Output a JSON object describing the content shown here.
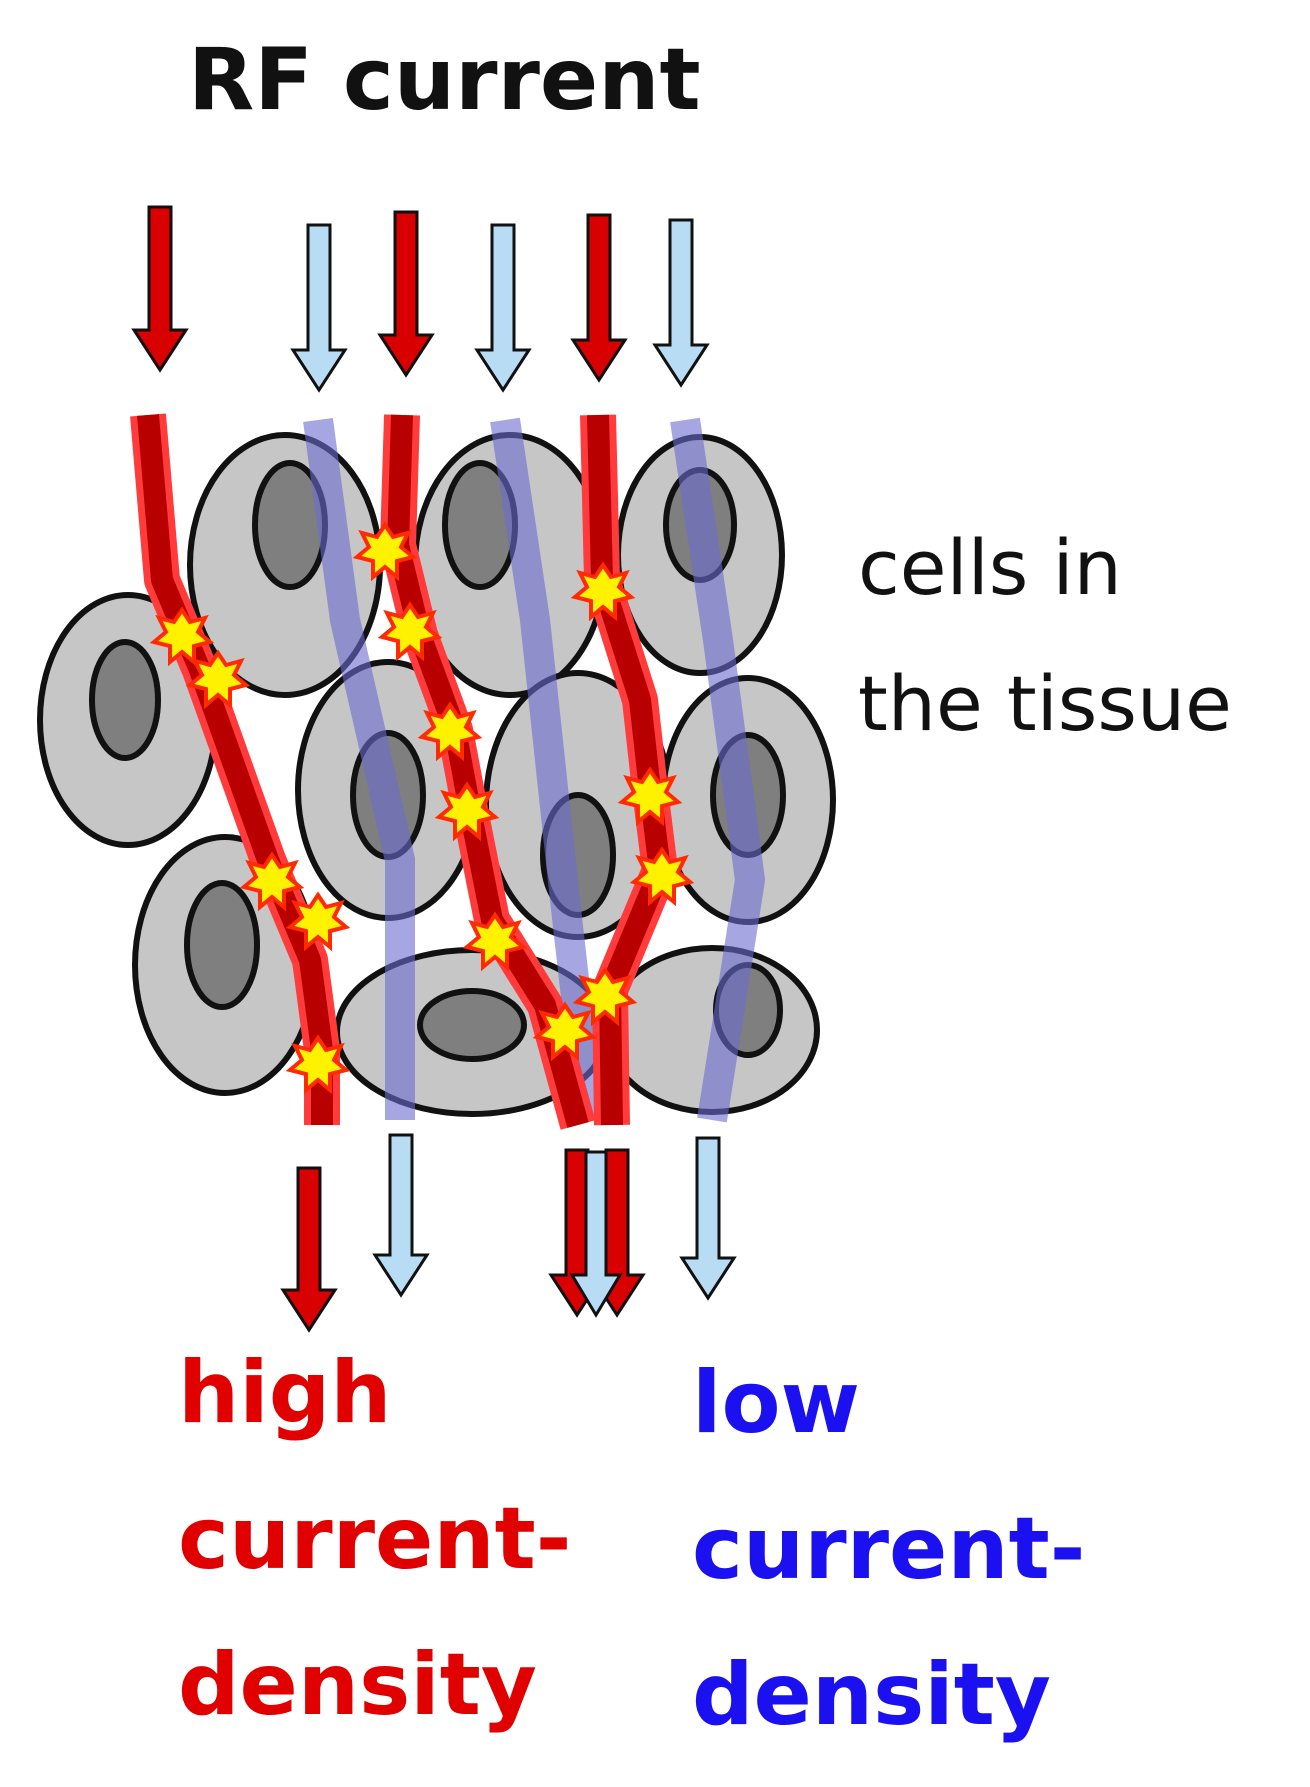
{
  "title": "RF current",
  "cells_label": {
    "line1": "cells in",
    "line2": "the tissue"
  },
  "legend": {
    "high": {
      "line1": "high",
      "line2": "current-",
      "line3": "density"
    },
    "low": {
      "line1": "low",
      "line2": "current-",
      "line3": "density"
    }
  },
  "colors": {
    "high_current": "#d80000",
    "low_current": "#b9dcf5",
    "low_path": "#7a7ad6",
    "cell_body": "#c6c6c6",
    "nucleus": "#7f7f7f",
    "spark": "#fff200"
  }
}
